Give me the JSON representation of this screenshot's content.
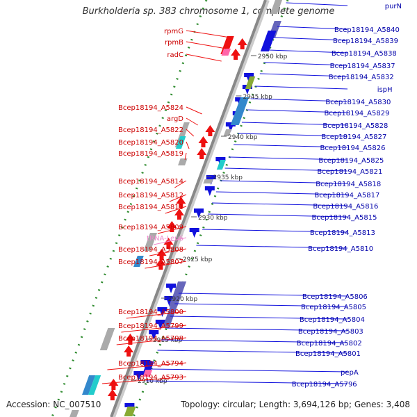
{
  "map": {
    "title": "Burkholderia sp. 383 chromosome 1, complete genome",
    "accession": "Accession: NC_007510",
    "summary": "Topology: circular; Length: 3,694,126 bp; Genes: 3,408"
  },
  "colors": {
    "forward": "#ee1111",
    "reverse": "#1111dd",
    "forward_label": "#cc0000",
    "reverse_label": "#0000aa",
    "trna_label": "#ee88cc",
    "backbone": "#888888",
    "tick": "#2e8b2e",
    "cog_blue": "#3388cc",
    "cog_grey": "#aaaaaa",
    "cog_pink": "#ff66aa",
    "cog_cyan": "#22cccc",
    "cog_olive": "#88aa33",
    "cog_navy": "#6666bb"
  },
  "scale_labels": [
    "2950 kbp",
    "2945 kbp",
    "2940 kbp",
    "2935 kbp",
    "2930 kbp",
    "2925 kbp",
    "2920 kbp",
    "2915 kbp",
    "2910 kbp"
  ],
  "left_labels": [
    "rpmG",
    "rpmB",
    "radC",
    "Bcep18194_A5824",
    "argD",
    "Bcep18194_A5822",
    "Bcep18194_A5820",
    "Bcep18194_A5819",
    "Bcep18194_A5814",
    "Bcep18194_A5812",
    "Bcep18194_A5811",
    "Bcep18194_A5809",
    "tRNA-Leu6",
    "Bcep18194_A5808",
    "Bcep18194_A5807",
    "Bcep18194_A5800",
    "Bcep18194_A5799",
    "Bcep18194_A5798",
    "Bcep18194_A5794",
    "Bcep18194_A5793"
  ],
  "right_labels": [
    "purN",
    "Bcep18194_A5840",
    "Bcep18194_A5839",
    "Bcep18194_A5838",
    "Bcep18194_A5837",
    "Bcep18194_A5832",
    "ispH",
    "Bcep18194_A5830",
    "Bcep18194_A5829",
    "Bcep18194_A5828",
    "Bcep18194_A5827",
    "Bcep18194_A5826",
    "Bcep18194_A5825",
    "Bcep18194_A5821",
    "Bcep18194_A5818",
    "Bcep18194_A5817",
    "Bcep18194_A5816",
    "Bcep18194_A5815",
    "Bcep18194_A5813",
    "Bcep18194_A5810",
    "Bcep18194_A5806",
    "Bcep18194_A5805",
    "Bcep18194_A5804",
    "Bcep18194_A5803",
    "Bcep18194_A5802",
    "Bcep18194_A5801",
    "pepA",
    "Bcep18194_A5796"
  ]
}
